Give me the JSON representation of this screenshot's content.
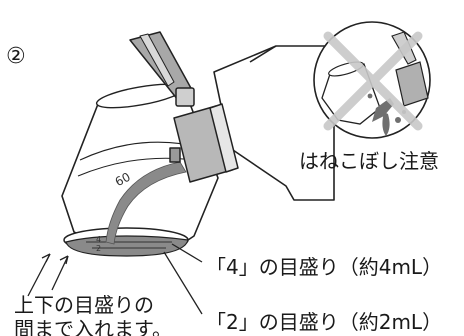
{
  "step": {
    "number": "②"
  },
  "warning": {
    "caption": "はねこぼし注意",
    "cross_color": "#c8c8c8"
  },
  "cup": {
    "scale_60": "60",
    "scale_4": "4",
    "scale_2": "2",
    "liquid_color": "#8a8a8a"
  },
  "labels": {
    "mark_4": "「4」の目盛り（約4mL）",
    "mark_2": "「2」の目盛り（約2mL）",
    "fill_line1": "上下の目盛りの",
    "fill_line2": "間まで入れます。"
  },
  "icons": [
    "bottle-icon",
    "cap-icon",
    "measuring-cup-icon",
    "splash-warning-icon",
    "cross-mark-icon"
  ]
}
